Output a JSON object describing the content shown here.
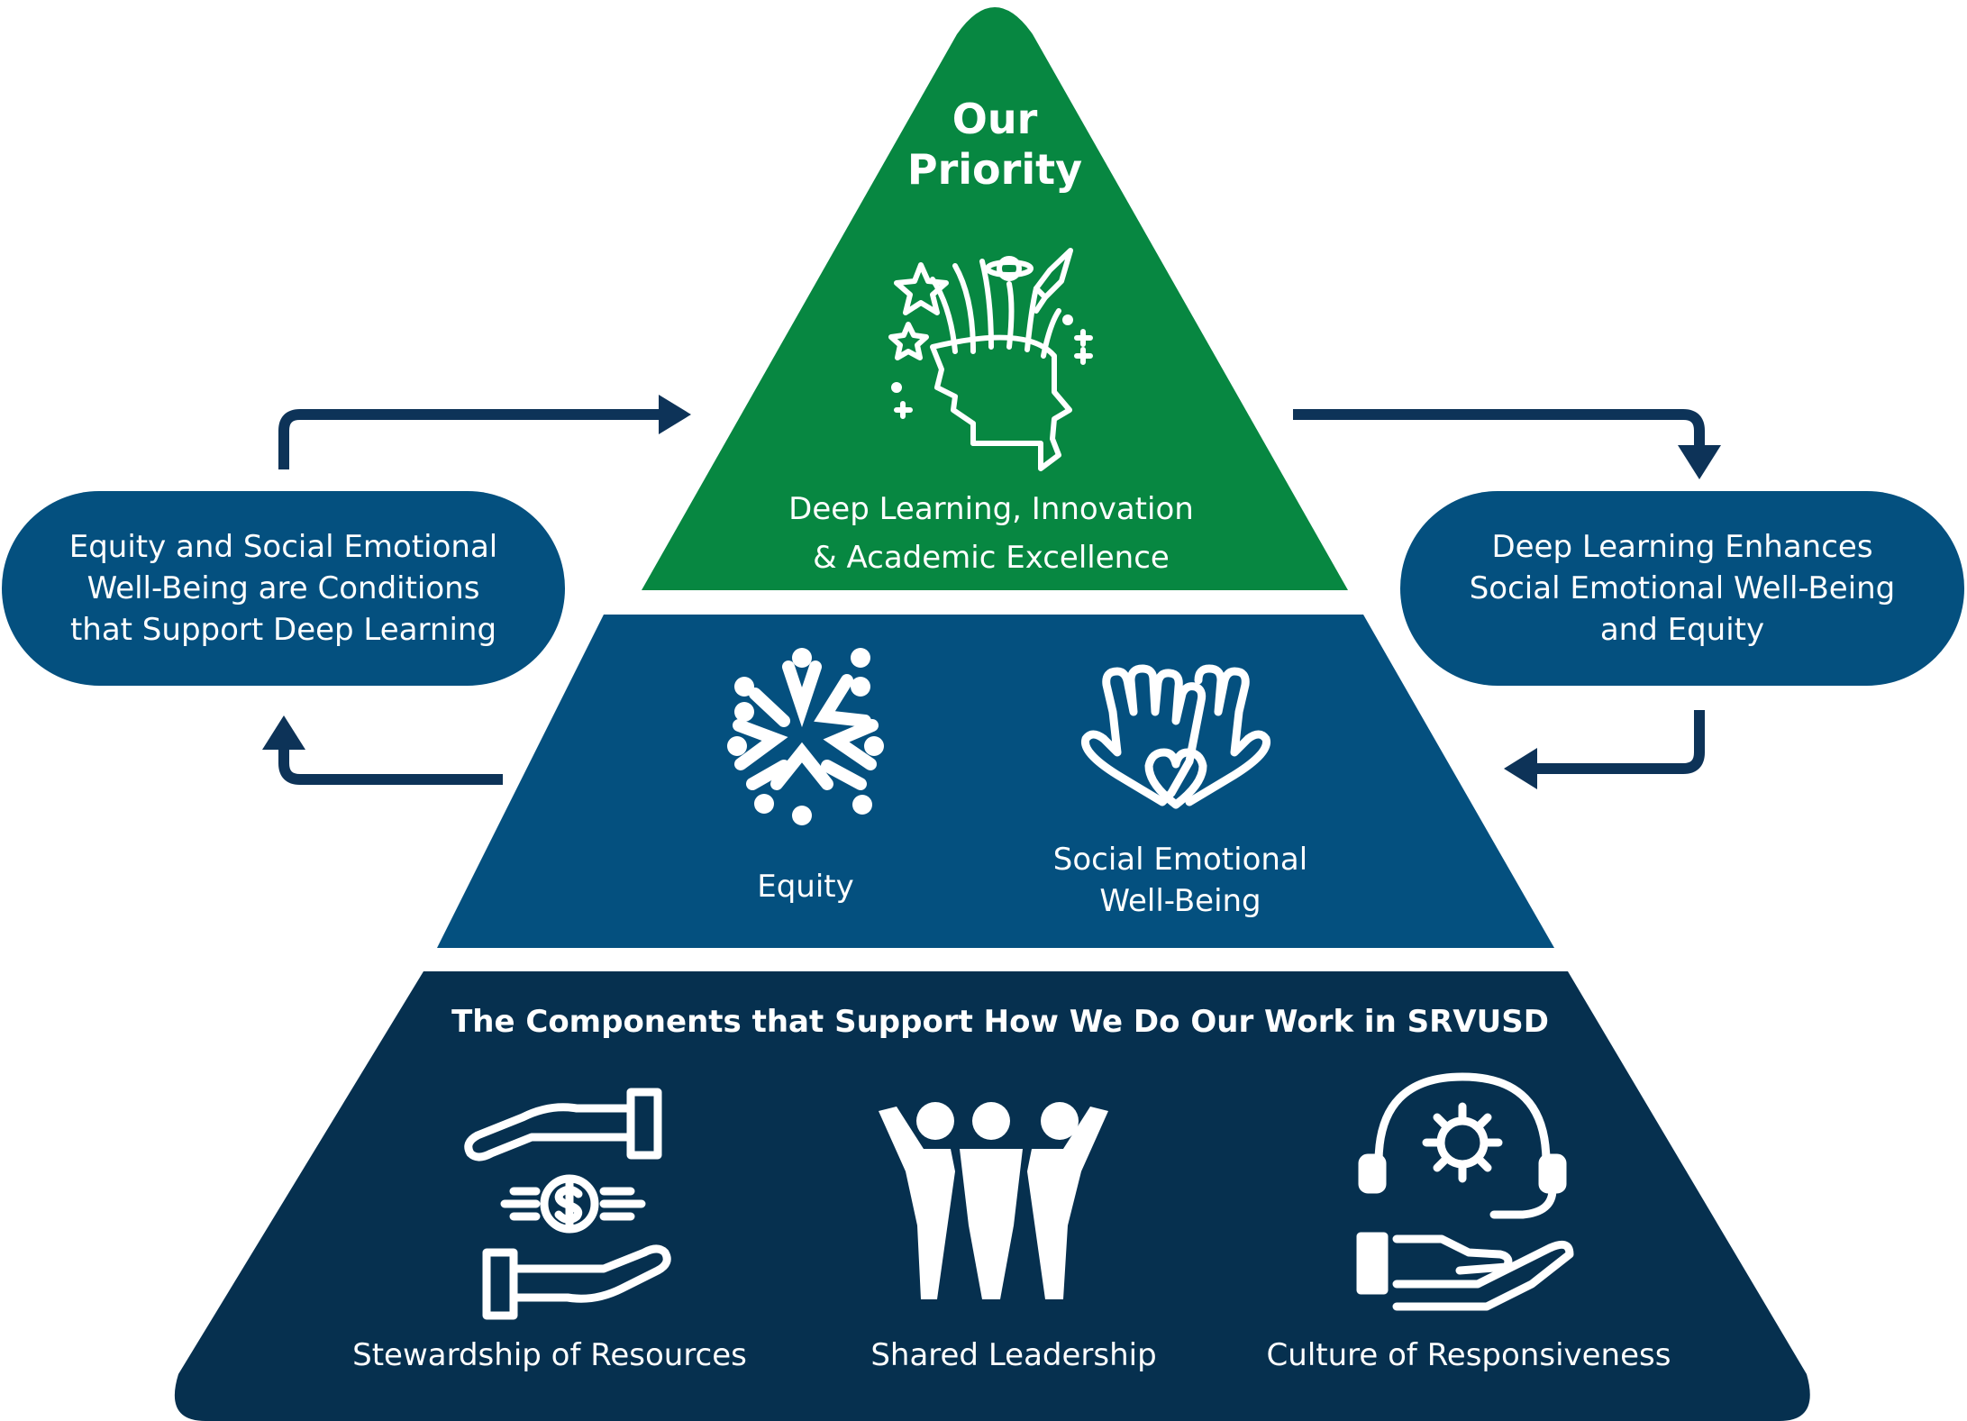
{
  "priority": {
    "heading_line1": "Our",
    "heading_line2": "Priority",
    "icon": "head-with-ideas-icon",
    "label_line1": "Deep Learning, Innovation",
    "label_line2": "& Academic Excellence"
  },
  "middle": {
    "equity_icon": "people-circle-icon",
    "equity_label": "Equity",
    "sewb_icon": "hands-heart-icon",
    "sewb_label_line1": "Social Emotional",
    "sewb_label_line2": "Well-Being"
  },
  "base": {
    "title": "The Components that Support How We Do Our Work in SRVUSD",
    "components": [
      {
        "icon": "hands-money-icon",
        "label": "Stewardship of Resources"
      },
      {
        "icon": "team-people-icon",
        "label": "Shared Leadership"
      },
      {
        "icon": "headset-gear-hand-icon",
        "label": "Culture of Responsiveness"
      }
    ]
  },
  "left_pill": {
    "text": "Equity and Social Emotional\nWell-Being are Conditions\nthat Support Deep Learning"
  },
  "right_pill": {
    "text": "Deep Learning Enhances\nSocial Emotional Well-Being\nand Equity"
  },
  "colors": {
    "green": "#078741",
    "mid_blue": "#04507f",
    "dark_navy": "#06304f",
    "arrow": "#0d3358"
  }
}
